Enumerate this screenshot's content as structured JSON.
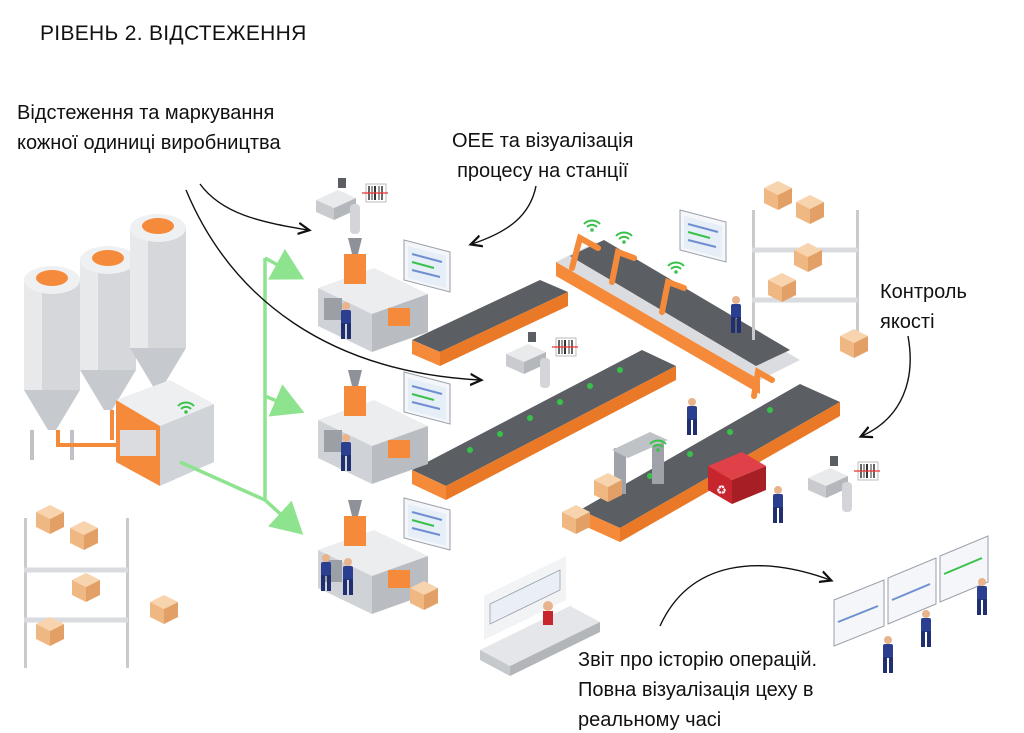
{
  "title": "РІВЕНЬ 2. ВІДСТЕЖЕННЯ",
  "labels": {
    "tracking": "Відстеження та маркування\nкожної одиниці виробництва",
    "oee": "OEE та візуалізація\nпроцесу на станції",
    "quality": "Контроль\nякості",
    "report": "Звіт про історію операцій.\nПовна візуалізація цеху в\nреальному часі"
  },
  "colors": {
    "accent_orange": "#F58B3A",
    "conveyor_gray": "#5B5E63",
    "connector_green": "#8EE38E",
    "machine_gray": "#D9DBDE",
    "worker_blue": "#2A3F8F",
    "wifi_green": "#39C24A",
    "reject_red": "#C7262E",
    "box_tan": "#F3C59A"
  },
  "icons": [
    "wifi-icon",
    "barcode-scanner-icon",
    "monitor-icon",
    "pallet-box-icon",
    "recycle-icon"
  ]
}
